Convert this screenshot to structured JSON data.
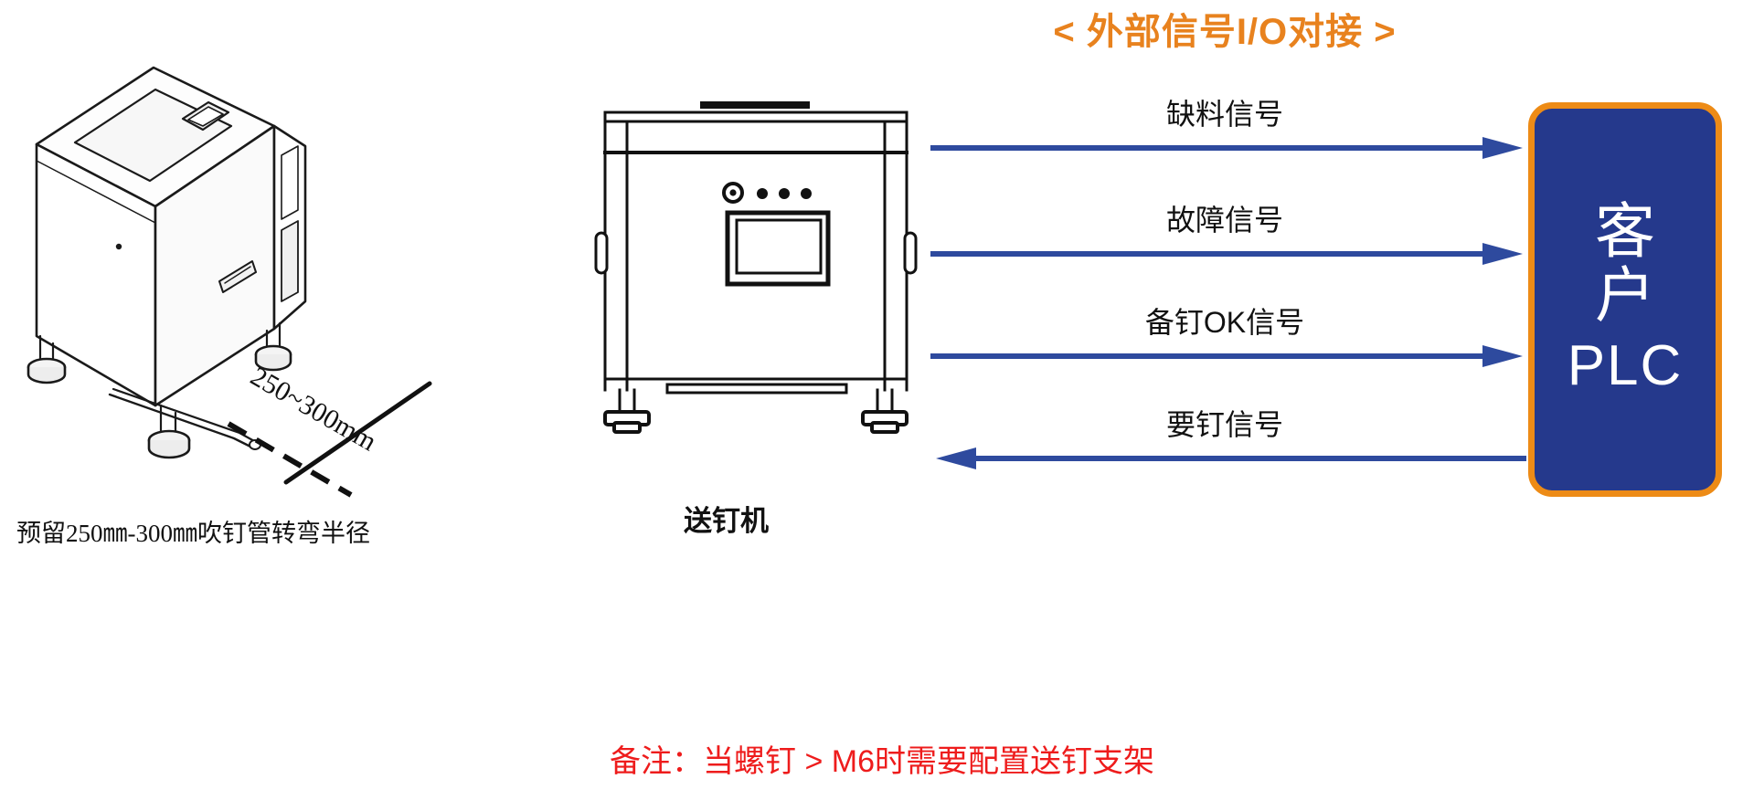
{
  "title": "< 外部信号I/O对接 >",
  "colors": {
    "title_orange": "#E8821E",
    "plc_fill": "#25398C",
    "plc_border": "#ED8B16",
    "arrow_blue": "#2E4A9E",
    "note_red": "#EE1C1C",
    "line_black": "#111111"
  },
  "left": {
    "dimension_label": "250~300mm",
    "caption": "预留250㎜-300㎜吹钉管转弯半径"
  },
  "center": {
    "caption": "送钉机"
  },
  "signals": [
    {
      "label": "缺料信号",
      "direction": "right"
    },
    {
      "label": "故障信号",
      "direction": "right"
    },
    {
      "label": "备钉OK信号",
      "direction": "right"
    },
    {
      "label": "要钉信号",
      "direction": "left"
    }
  ],
  "plc": {
    "line1": "客",
    "line2": "户",
    "line3": "PLC"
  },
  "footnote": "备注：当螺钉 > M6时需要配置送钉支架"
}
